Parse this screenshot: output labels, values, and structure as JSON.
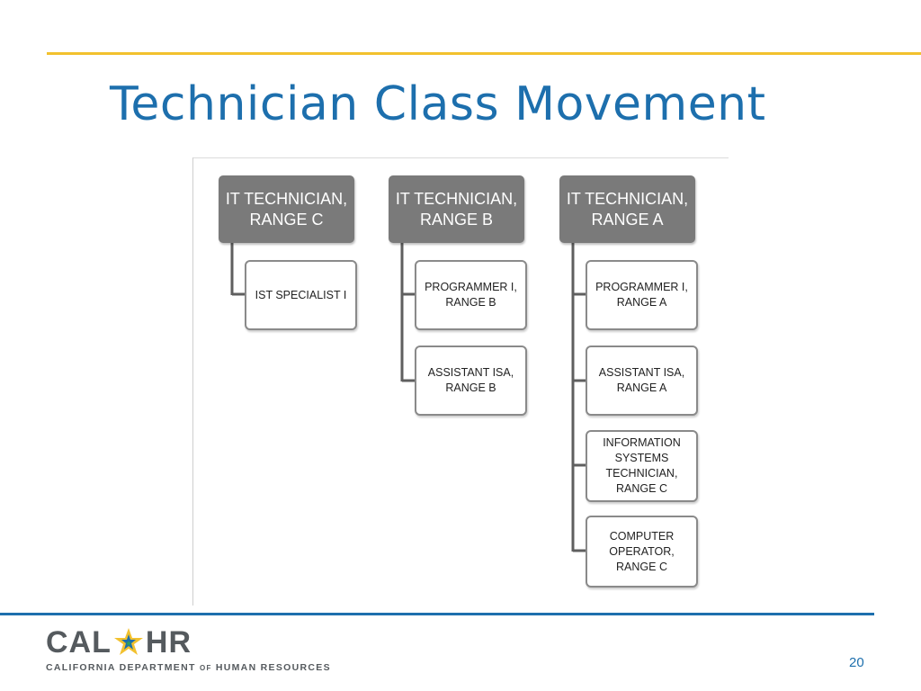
{
  "slide": {
    "title": "Technician Class Movement",
    "page_number": "20"
  },
  "diagram": {
    "columns": [
      {
        "header": "IT TECHNICIAN,\nRANGE C",
        "children": [
          "IST  SPECIALIST I"
        ]
      },
      {
        "header": "IT TECHNICIAN,\nRANGE B",
        "children": [
          "PROGRAMMER I,\nRANGE B",
          "ASSISTANT ISA,\nRANGE B"
        ]
      },
      {
        "header": "IT TECHNICIAN,\nRANGE A",
        "children": [
          "PROGRAMMER I,\nRANGE A",
          "ASSISTANT ISA,\nRANGE A",
          "INFORMATION\nSYSTEMS\nTECHNICIAN,\nRANGE C",
          "COMPUTER\nOPERATOR,\nRANGE C"
        ]
      }
    ]
  },
  "logo": {
    "left_text": "CAL",
    "right_text": "HR",
    "subtitle_part1": "CALIFORNIA DEPARTMENT",
    "subtitle_of": "OF",
    "subtitle_part2": "HUMAN RESOURCES"
  },
  "colors": {
    "accent_gold": "#f2c12e",
    "accent_blue": "#1d6fad",
    "header_box_gray": "#7a7a7a"
  }
}
